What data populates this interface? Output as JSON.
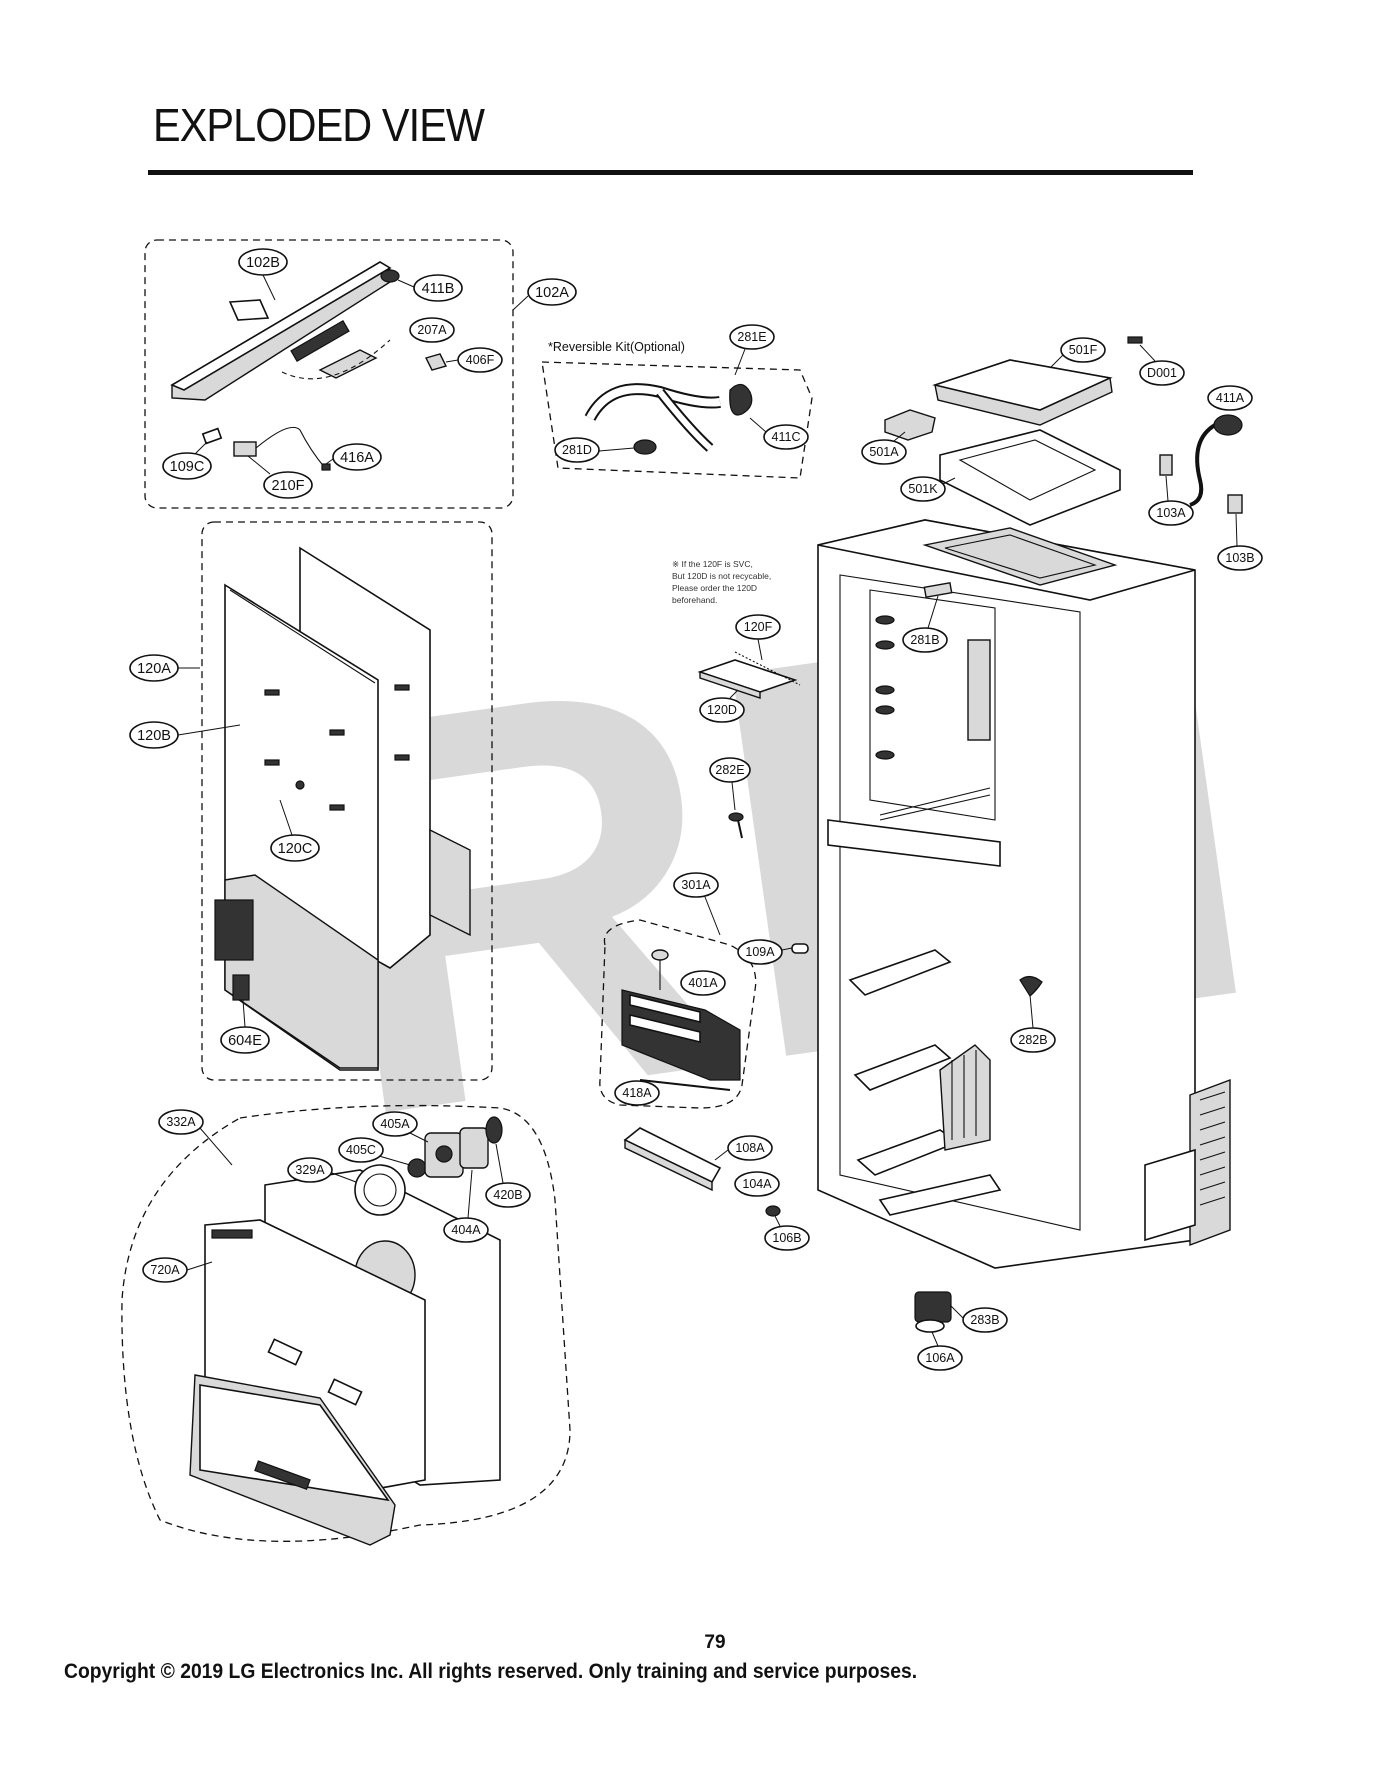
{
  "page": {
    "title": "EXPLODED VIEW",
    "page_number": "79",
    "copyright": "Copyright © 2019 LG Electronics Inc. All rights reserved. Only training and service purposes.",
    "watermark": "RPI"
  },
  "notes": {
    "reversible_kit": "*Reversible Kit(Optional)",
    "svc_note_lines": [
      "※ If the 120F is SVC,",
      "But 120D is not recycable,",
      "Please order the 120D",
      "beforehand."
    ]
  },
  "callouts": {
    "c102B": "102B",
    "c411B": "411B",
    "c102A": "102A",
    "c207A": "207A",
    "c406F": "406F",
    "c109C": "109C",
    "c210F": "210F",
    "c416A": "416A",
    "c281E": "281E",
    "c281D": "281D",
    "c411C": "411C",
    "c501F": "501F",
    "cD001": "D001",
    "c411A": "411A",
    "c501A": "501A",
    "c501K": "501K",
    "c103A": "103A",
    "c103B": "103B",
    "c281B": "281B",
    "c120F": "120F",
    "c120D": "120D",
    "c282E": "282E",
    "c120A": "120A",
    "c120B": "120B",
    "c120C": "120C",
    "c604E": "604E",
    "c301A": "301A",
    "c109A": "109A",
    "c401A": "401A",
    "c418A": "418A",
    "c282B": "282B",
    "c332A": "332A",
    "c405A": "405A",
    "c405C": "405C",
    "c329A": "329A",
    "c420B": "420B",
    "c404A": "404A",
    "c720A": "720A",
    "c108A": "108A",
    "c104A": "104A",
    "c106B": "106B",
    "c283B": "283B",
    "c106A": "106A"
  }
}
